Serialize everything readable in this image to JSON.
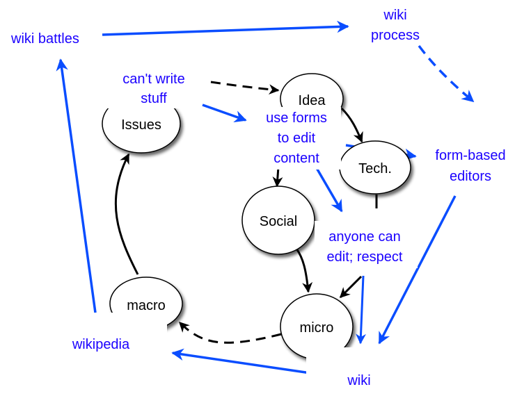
{
  "diagram": {
    "nodes": {
      "issues": "Issues",
      "idea": "Idea",
      "tech": "Tech.",
      "social": "Social",
      "micro": "micro",
      "macro": "macro"
    },
    "labels": {
      "wiki_battles": "wiki battles",
      "wiki_process": [
        "wiki",
        "process"
      ],
      "cant_write": [
        "can't write",
        "stuff"
      ],
      "use_forms": [
        "use forms",
        "to edit",
        "content"
      ],
      "form_based": [
        "form-based",
        "editors"
      ],
      "anyone_can": [
        "anyone can",
        "edit; respect"
      ],
      "wiki": "wiki",
      "wikipedia": "wikipedia"
    },
    "colors": {
      "node_stroke": "#000000",
      "black_edge": "#000000",
      "blue_edge": "#0a4dff",
      "label_text": "#1a00ff"
    }
  }
}
